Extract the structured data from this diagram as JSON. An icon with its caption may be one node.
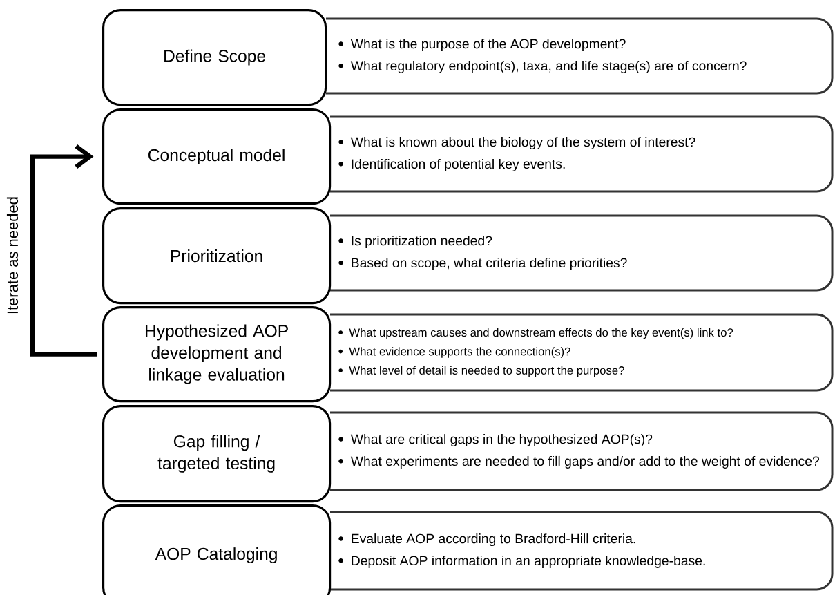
{
  "diagram": {
    "nodes": [
      {
        "text": [
          "Define Scope"
        ]
      },
      {
        "text": [
          "What is the purpose of the AOP development?",
          "What regulatory endpoint(s), taxa, and life stage(s) are of concern?"
        ]
      },
      {
        "text": [
          "Conceptual model"
        ]
      },
      {
        "text": [
          "What is known about the biology of the system of interest?",
          "Identification of potential key events."
        ]
      },
      {
        "text": [
          "Prioritization"
        ]
      },
      {
        "text": [
          "Is prioritization needed?",
          "Based on scope, what criteria define priorities?"
        ]
      },
      {
        "text": [
          "Hypothesized AOP development and linkage evaluation"
        ]
      },
      {
        "text": [
          "What upstream causes and downstream effects do the key event(s) link to?",
          "What evidence supports the connection(s)?",
          "What level of detail is needed to support the purpose?"
        ]
      },
      {
        "text": [
          "Gap filling / targeted testing"
        ]
      },
      {
        "text": [
          "What are critical gaps in the hypothesized AOP(s)?",
          "What experiments are needed to fill gaps and/or add to the weight of evidence?"
        ]
      },
      {
        "text": [
          "AOP Cataloging"
        ]
      },
      {
        "text": [
          "Evaluate AOP according to Bradford-Hill criteria.",
          "Deposit AOP information in an appropriate knowledge-base."
        ]
      }
    ],
    "edges": [
      {
        "from": 6,
        "to": 2,
        "arrow": "to",
        "label": "Iterate as needed"
      }
    ]
  }
}
